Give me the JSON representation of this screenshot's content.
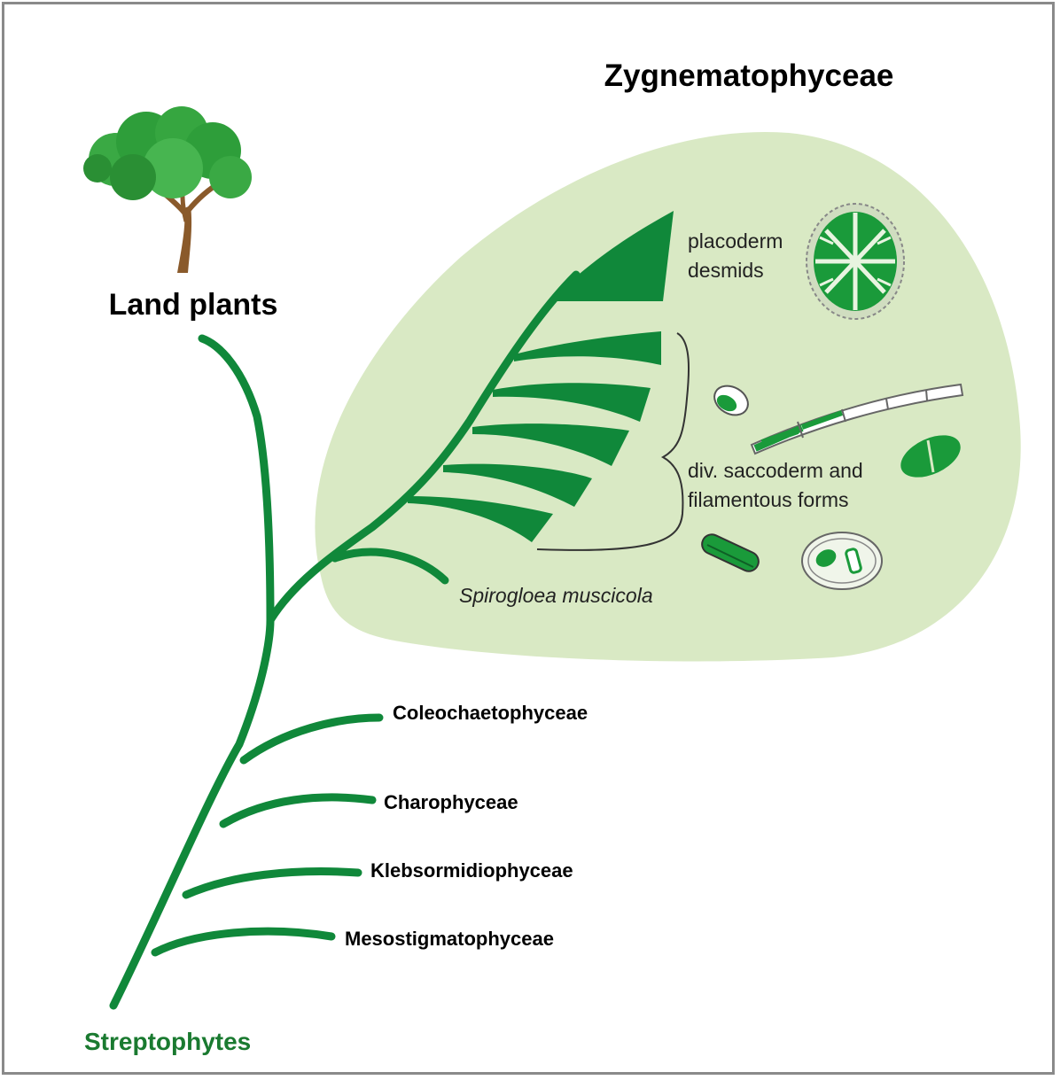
{
  "title": "Zygnematophyceae",
  "labels": {
    "land_plants": "Land plants",
    "streptophytes": "Streptophytes",
    "placoderm_line1": "placoderm",
    "placoderm_line2": "desmids",
    "saccoderm_line1": "div. saccoderm and",
    "saccoderm_line2": "filamentous forms",
    "spirogloea": "Spirogloea muscicola",
    "coleochaetophyceae": "Coleochaetophyceae",
    "charophyceae": "Charophyceae",
    "klebsormidiophyceae": "Klebsormidiophyceae",
    "mesostigmatophyceae": "Mesostigmatophyceae"
  },
  "colors": {
    "branch_green": "#10883a",
    "blob_fill": "#d9e9c4",
    "streptophytes_text": "#1a7a30",
    "tree_trunk": "#8a5a2b",
    "tree_foliage": "#2e9e3a"
  },
  "icons": [
    "tree-icon",
    "placoderm-desmid-icon",
    "saccoderm-cell-icon",
    "filament-icon",
    "cylindrical-cell-icon",
    "zygospore-icon"
  ]
}
